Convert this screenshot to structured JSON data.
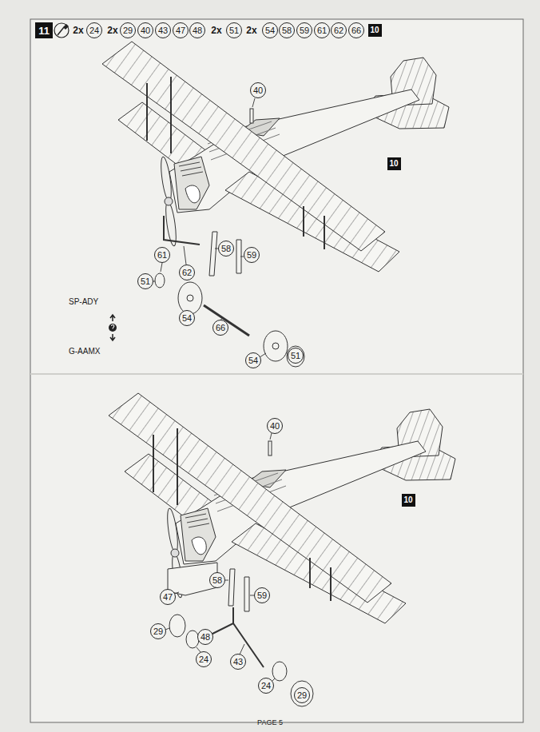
{
  "diagram": {
    "nodes": [
      {
        "text": [
          "11"
        ]
      },
      {
        "text": [
          "24"
        ]
      },
      {
        "text": [
          "29"
        ]
      },
      {
        "text": [
          "40"
        ]
      },
      {
        "text": [
          "43"
        ]
      },
      {
        "text": [
          "47"
        ]
      },
      {
        "text": [
          "48"
        ]
      },
      {
        "text": [
          "51"
        ]
      },
      {
        "text": [
          "54"
        ]
      },
      {
        "text": [
          "58"
        ]
      },
      {
        "text": [
          "59"
        ]
      },
      {
        "text": [
          "61"
        ]
      },
      {
        "text": [
          "62"
        ]
      },
      {
        "text": [
          "66"
        ]
      },
      {
        "text": [
          "10"
        ]
      },
      {
        "text": [
          "40"
        ]
      },
      {
        "text": [
          "10"
        ]
      },
      {
        "text": [
          "61"
        ]
      },
      {
        "text": [
          "62"
        ]
      },
      {
        "text": [
          "58"
        ]
      },
      {
        "text": [
          "59"
        ]
      },
      {
        "text": [
          "51"
        ]
      },
      {
        "text": [
          "54"
        ]
      },
      {
        "text": [
          "66"
        ]
      },
      {
        "text": [
          "54"
        ]
      },
      {
        "text": [
          "51"
        ]
      },
      {
        "text": [
          "40"
        ]
      },
      {
        "text": [
          "10"
        ]
      },
      {
        "text": [
          "58"
        ]
      },
      {
        "text": [
          "47"
        ]
      },
      {
        "text": [
          "59"
        ]
      },
      {
        "text": [
          "29"
        ]
      },
      {
        "text": [
          "48"
        ]
      },
      {
        "text": [
          "24"
        ]
      },
      {
        "text": [
          "43"
        ]
      },
      {
        "text": [
          "24"
        ]
      },
      {
        "text": [
          "29"
        ]
      }
    ],
    "labels": [
      "2x",
      "2x",
      "2x",
      "2x",
      "SP-ADY",
      "G-AAMX",
      "PAGE 5"
    ]
  }
}
